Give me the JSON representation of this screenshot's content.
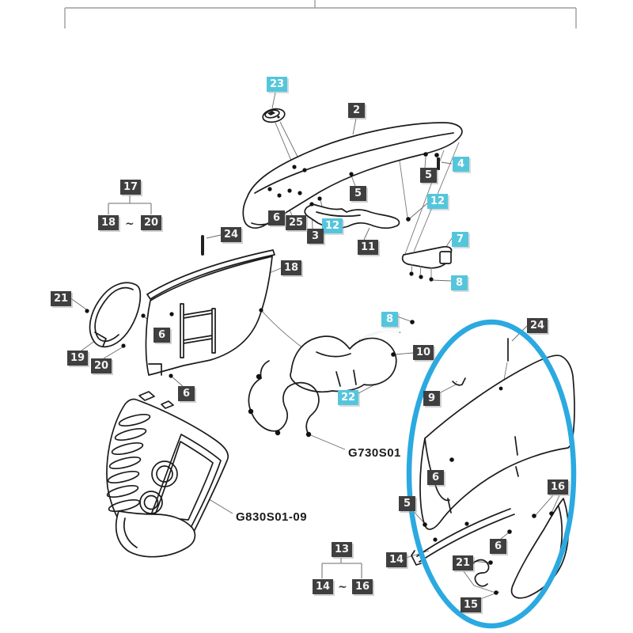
{
  "codes": {
    "harness": "G730S01",
    "grille": "G830S01-09"
  },
  "tilde": "~",
  "part_labels": [
    {
      "text": "23",
      "style": "cyan"
    },
    {
      "text": "2",
      "style": "dark"
    },
    {
      "text": "4",
      "style": "cyan"
    },
    {
      "text": "5",
      "style": "dark"
    },
    {
      "text": "12",
      "style": "cyan"
    },
    {
      "text": "5",
      "style": "dark"
    },
    {
      "text": "12",
      "style": "cyan"
    },
    {
      "text": "3",
      "style": "dark"
    },
    {
      "text": "25",
      "style": "dark"
    },
    {
      "text": "6",
      "style": "dark"
    },
    {
      "text": "11",
      "style": "dark"
    },
    {
      "text": "7",
      "style": "cyan"
    },
    {
      "text": "8",
      "style": "cyan"
    },
    {
      "text": "17",
      "style": "dark"
    },
    {
      "text": "18",
      "style": "dark"
    },
    {
      "text": "20",
      "style": "dark"
    },
    {
      "text": "24",
      "style": "dark"
    },
    {
      "text": "18",
      "style": "dark"
    },
    {
      "text": "21",
      "style": "dark"
    },
    {
      "text": "19",
      "style": "dark"
    },
    {
      "text": "20",
      "style": "dark"
    },
    {
      "text": "6",
      "style": "dark"
    },
    {
      "text": "6",
      "style": "dark"
    },
    {
      "text": "8",
      "style": "cyan"
    },
    {
      "text": "10",
      "style": "dark"
    },
    {
      "text": "24",
      "style": "dark"
    },
    {
      "text": "9",
      "style": "dark"
    },
    {
      "text": "22",
      "style": "cyan"
    },
    {
      "text": "6",
      "style": "dark"
    },
    {
      "text": "5",
      "style": "dark"
    },
    {
      "text": "16",
      "style": "dark"
    },
    {
      "text": "6",
      "style": "dark"
    },
    {
      "text": "21",
      "style": "dark"
    },
    {
      "text": "14",
      "style": "dark"
    },
    {
      "text": "15",
      "style": "dark"
    },
    {
      "text": "13",
      "style": "dark"
    },
    {
      "text": "14",
      "style": "dark"
    },
    {
      "text": "16",
      "style": "dark"
    }
  ],
  "colors": {
    "label-dark-bg": "#3f3f3f",
    "label-dark-fg": "#f2f2f2",
    "label-cyan-bg": "#54c6dc",
    "label-cyan-fg": "#ffffff",
    "highlight-blue": "#2ba9e1",
    "line": "#1b1b1b",
    "leader": "#6a6a6a",
    "bracket": "#9aa0a3"
  }
}
